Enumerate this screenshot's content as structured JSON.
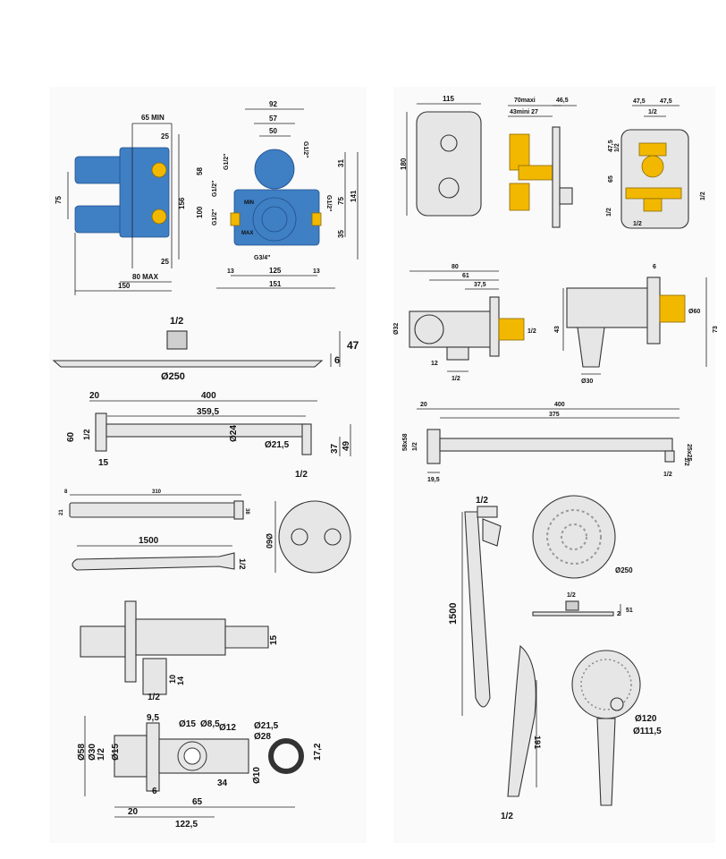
{
  "left_column": {
    "valve_side": {
      "d65min": "65 MIN",
      "d25a": "25",
      "d75": "75",
      "d156": "156",
      "d25b": "25",
      "d80max": "80 MAX",
      "d150": "150"
    },
    "valve_front": {
      "d92": "92",
      "d57": "57",
      "d50": "50",
      "d58": "58",
      "d100": "100",
      "d12a": "G1/2\"",
      "d12b": "G1/2\"",
      "d12c": "G1/2\"",
      "d12d": "G1/2\"",
      "d12e": "G1/2\"",
      "d31": "31",
      "d75": "75",
      "d141": "141",
      "d35": "35",
      "d34": "G3/4\"",
      "d13a": "13",
      "d125": "125",
      "d13b": "13",
      "d151": "151",
      "min": "MIN",
      "max": "MAX"
    },
    "shower_head": {
      "d12": "1/2",
      "d47": "47",
      "d6": "6",
      "d250": "Ø250"
    },
    "arm": {
      "d20": "20",
      "d400": "400",
      "d3595": "359,5",
      "d60": "60",
      "d12": "1/2",
      "d24": "Ø24",
      "d215": "Ø21,5",
      "d37": "37",
      "d49": "49",
      "d15": "15",
      "d12b": "1/2"
    },
    "hand_shower": {
      "d8": "8",
      "d310": "310",
      "d21": "21",
      "d38": "38"
    },
    "hose": {
      "d1500": "1500",
      "d12": "1/2"
    },
    "plate": {
      "d60": "Ø60"
    },
    "outlet": {
      "d15": "15",
      "d10": "10",
      "d14": "14",
      "d12": "1/2"
    },
    "outlet_detail": {
      "d95": "9,5",
      "d15a": "Ø15",
      "d85": "Ø8,5",
      "d12": "Ø12",
      "d215": "Ø21,5",
      "d28": "Ø28",
      "d58": "Ø58",
      "d30": "Ø30",
      "d12h": "1/2",
      "d15b": "Ø15",
      "d172": "17,2",
      "d10": "Ø10",
      "d6": "6",
      "d34": "34",
      "d65": "65",
      "d20": "20",
      "d1225": "122,5"
    }
  },
  "right_column": {
    "trim": {
      "d115": "115",
      "d180": "180",
      "d70maxi": "70maxi",
      "d43mini": "43mini 27",
      "d465": "46,5",
      "d475a": "47,5",
      "d475b": "47,5",
      "d12a": "1/2",
      "d475c": "47,5",
      "d12b": "1/2",
      "d65": "65",
      "d12c": "1/2",
      "d12d": "1/2",
      "d12e": "1/2"
    },
    "elbow": {
      "d80": "80",
      "d61": "61",
      "d375": "37,5",
      "d32": "Ø32",
      "d12": "12",
      "d12b": "1/2",
      "d12c": "1/2"
    },
    "elbow_side": {
      "d6": "6",
      "d60": "Ø60",
      "d43": "43",
      "d73": "73",
      "d30": "Ø30"
    },
    "arm_square": {
      "d20": "20",
      "d400": "400",
      "d375": "375",
      "d58": "58x58",
      "d12": "1/2",
      "d195": "19,5",
      "d25": "25x25",
      "d12b": "1/2",
      "d12c": "1/2"
    },
    "set": {
      "d12top": "1/2",
      "d1500": "1500",
      "d250": "Ø250",
      "d12head": "1/2",
      "d51": "51",
      "d2": "2",
      "d191": "191",
      "d120": "Ø120",
      "d1115": "Ø111,5",
      "d12bottom": "1/2"
    }
  }
}
